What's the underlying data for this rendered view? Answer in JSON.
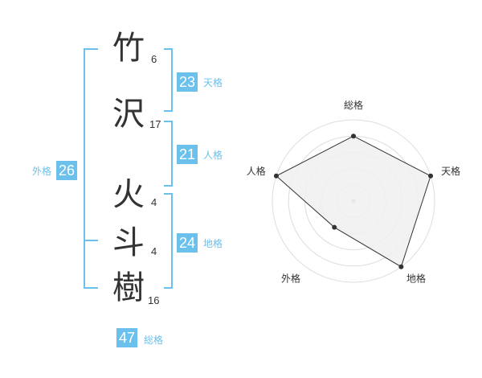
{
  "name": {
    "chars": [
      {
        "char": "竹",
        "strokes": "6"
      },
      {
        "char": "沢",
        "strokes": "17"
      },
      {
        "char": "火",
        "strokes": "4"
      },
      {
        "char": "斗",
        "strokes": "4"
      },
      {
        "char": "樹",
        "strokes": "16"
      }
    ]
  },
  "fortunes": {
    "tenkaku": {
      "label": "天格",
      "value": "23"
    },
    "jinkaku": {
      "label": "人格",
      "value": "21"
    },
    "chikaku": {
      "label": "地格",
      "value": "24"
    },
    "gaikaku": {
      "label": "外格",
      "value": "26"
    },
    "soukaku": {
      "label": "総格",
      "value": "47"
    }
  },
  "colors": {
    "accent": "#6cc0ec",
    "radar_fill": "#f0f0f0",
    "radar_line": "#333333",
    "grid": "#dddddd"
  },
  "chart_data": {
    "type": "radar",
    "axes": [
      "総格",
      "天格",
      "地格",
      "外格",
      "人格"
    ],
    "values": [
      4,
      5,
      5,
      2,
      5
    ],
    "max": 5,
    "rings": 5
  }
}
